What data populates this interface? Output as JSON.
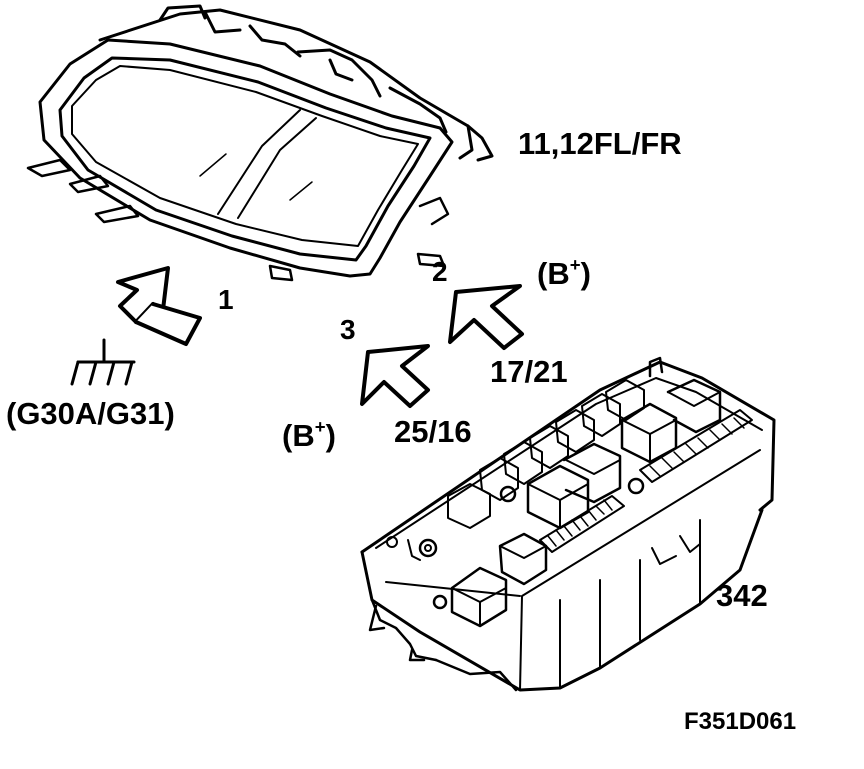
{
  "labels": {
    "headlamp": "11,12FL/FR",
    "connector_1": "1",
    "connector_2": "2",
    "connector_3": "3",
    "ground": "(G30A/G31)",
    "b_plus_top": "(B",
    "b_plus_bottom": "(B",
    "superscript": "+",
    "close_paren": ")",
    "pin_17_21": "17/21",
    "pin_25_16": "25/16",
    "fusebox": "342",
    "figure_code": "F351D061"
  },
  "colors": {
    "ink": "#000000",
    "paper": "#ffffff"
  },
  "icons": {
    "ground": "ground-symbol-icon",
    "arrow": "hollow-arrow-icon"
  }
}
